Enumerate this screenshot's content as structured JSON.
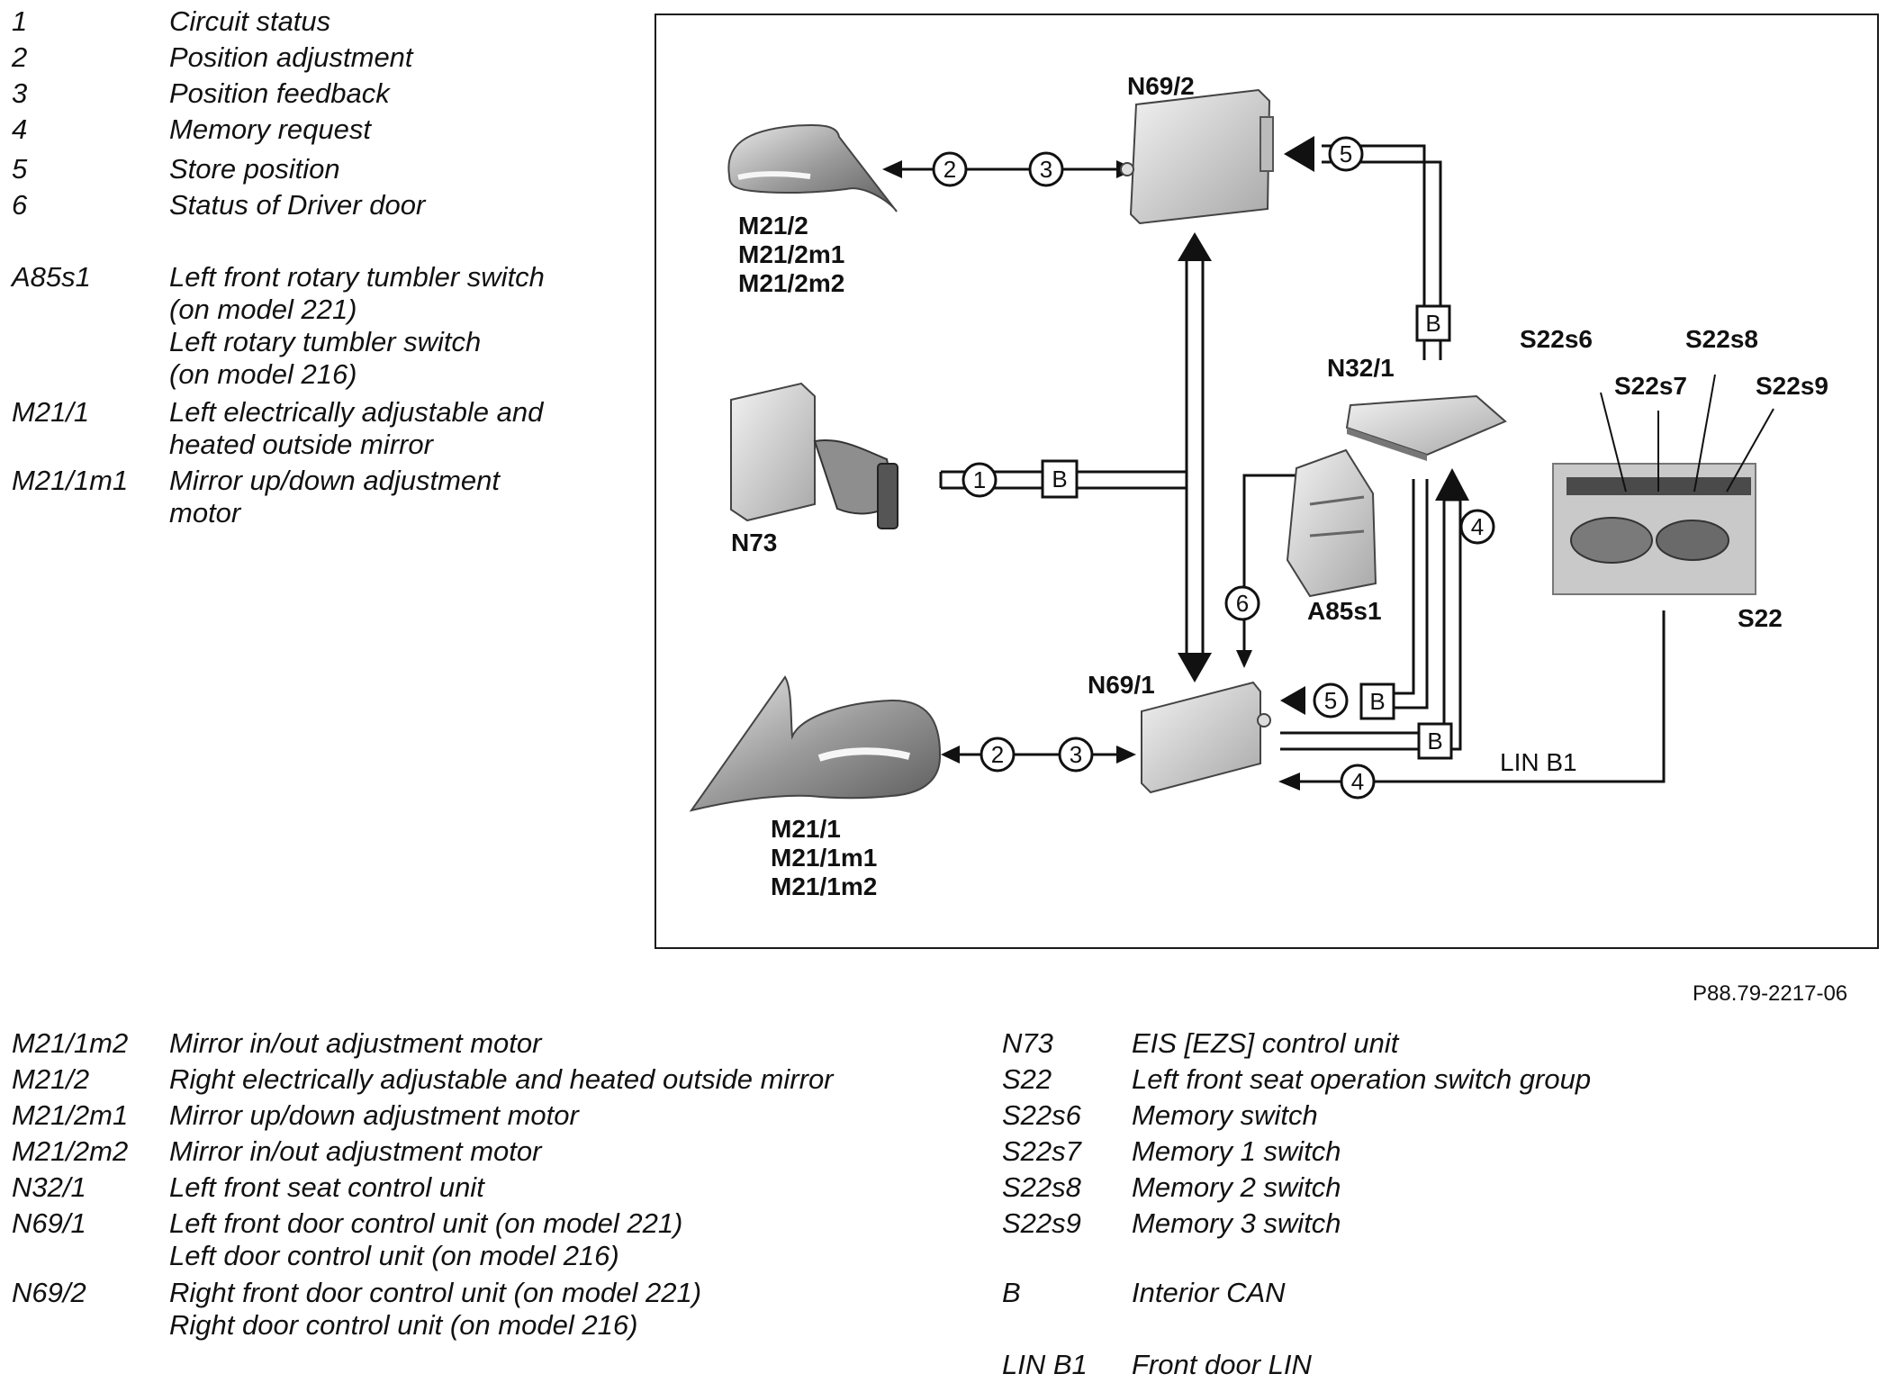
{
  "legend_top": [
    {
      "code": "1",
      "desc": [
        "Circuit status"
      ]
    },
    {
      "code": "2",
      "desc": [
        "Position adjustment"
      ]
    },
    {
      "code": "3",
      "desc": [
        "Position feedback"
      ]
    },
    {
      "code": "4",
      "desc": [
        "Memory request"
      ]
    },
    {
      "code": "5",
      "desc": [
        "Store position"
      ]
    },
    {
      "code": "6",
      "desc": [
        "Status of Driver door"
      ]
    },
    {
      "code": "A85s1",
      "desc": [
        "Left front rotary tumbler switch",
        "(on model 221)",
        "Left rotary tumbler switch",
        "(on model 216)"
      ]
    },
    {
      "code": "M21/1",
      "desc": [
        "Left electrically adjustable and",
        "heated outside mirror"
      ]
    },
    {
      "code": "M21/1m1",
      "desc": [
        "Mirror up/down adjustment",
        "motor"
      ]
    }
  ],
  "legend_bottom_left": [
    {
      "code": "M21/1m2",
      "desc": [
        "Mirror in/out adjustment motor"
      ]
    },
    {
      "code": "M21/2",
      "desc": [
        "Right electrically adjustable and heated outside mirror"
      ]
    },
    {
      "code": "M21/2m1",
      "desc": [
        "Mirror up/down adjustment motor"
      ]
    },
    {
      "code": "M21/2m2",
      "desc": [
        "Mirror in/out adjustment motor"
      ]
    },
    {
      "code": "N32/1",
      "desc": [
        "Left front seat control unit"
      ]
    },
    {
      "code": "N69/1",
      "desc": [
        "Left front door control unit (on model 221)",
        "Left door control unit (on model 216)"
      ]
    },
    {
      "code": "N69/2",
      "desc": [
        "Right front door control unit (on model 221)",
        "Right door control unit (on model 216)"
      ]
    }
  ],
  "legend_bottom_right": [
    {
      "code": "N73",
      "desc": [
        "EIS [EZS] control unit"
      ]
    },
    {
      "code": "S22",
      "desc": [
        "Left front seat operation switch group"
      ]
    },
    {
      "code": "S22s6",
      "desc": [
        "Memory switch"
      ]
    },
    {
      "code": "S22s7",
      "desc": [
        "Memory 1 switch"
      ]
    },
    {
      "code": "S22s8",
      "desc": [
        "Memory 2 switch"
      ]
    },
    {
      "code": "S22s9",
      "desc": [
        "Memory 3 switch"
      ]
    },
    {
      "code": "B",
      "desc": [
        "Interior CAN"
      ]
    },
    {
      "code": "LIN B1",
      "desc": [
        "Front door LIN"
      ]
    }
  ],
  "figure_ref": "P88.79-2217-06",
  "diagram": {
    "component_labels": {
      "n69_2": "N69/2",
      "m21_2": [
        "M21/2",
        "M21/2m1",
        "M21/2m2"
      ],
      "n73": "N73",
      "n32_1": "N32/1",
      "a85s1": "A85s1",
      "s22": "S22",
      "s22s6": "S22s6",
      "s22s7": "S22s7",
      "s22s8": "S22s8",
      "s22s9": "S22s9",
      "n69_1": "N69/1",
      "m21_1": [
        "M21/1",
        "M21/1m1",
        "M21/1m2"
      ],
      "lin_b1": "LIN B1"
    },
    "bus_tag": "B",
    "signal_markers": {
      "top_mirror_adjust": "2",
      "top_mirror_feedback": "3",
      "top_store": "5",
      "n73_status": "1",
      "seat_memory_request": "4",
      "door_status": "6",
      "bottom_store": "5",
      "bottom_mirror_adjust": "2",
      "bottom_mirror_feedback": "3",
      "lin_memory_request": "4"
    }
  }
}
